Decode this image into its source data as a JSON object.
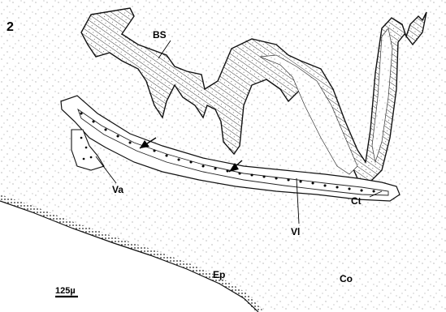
{
  "figure": {
    "panel_number": "2",
    "labels": {
      "bs": "BS",
      "va": "Va",
      "vl": "Vl",
      "ct": "Ct",
      "ep": "Ep",
      "co": "Co"
    },
    "scale_bar": "125µ"
  }
}
